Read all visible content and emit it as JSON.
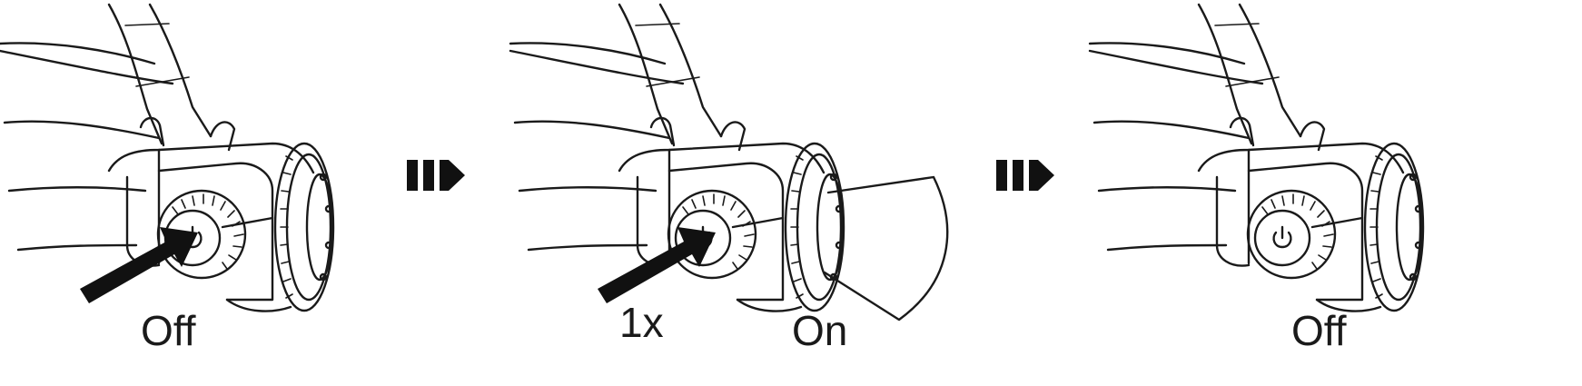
{
  "steps": [
    {
      "state_label": "Off",
      "press_count": "",
      "press_arrow": true,
      "beam": false
    },
    {
      "state_label": "On",
      "press_count": "1x",
      "press_arrow": true,
      "beam": true
    },
    {
      "state_label": "Off",
      "press_count": "",
      "press_arrow": false,
      "beam": false
    }
  ],
  "transition_icon": "triple-chevron-arrow-icon",
  "colors": {
    "line": "#1a1a1a",
    "background": "#ffffff"
  }
}
